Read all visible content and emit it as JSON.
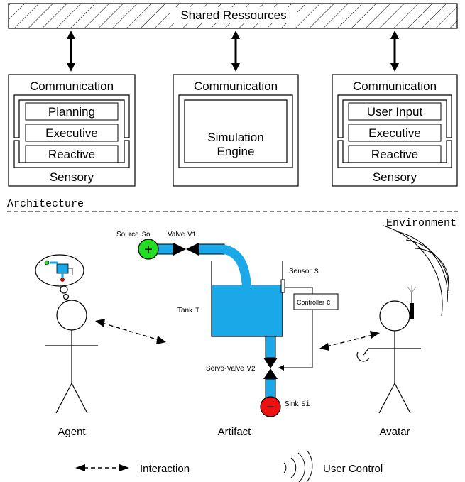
{
  "architecture": {
    "shared_resources": "Shared Ressources",
    "section_label": "Architecture",
    "agent_module": {
      "communication": "Communication",
      "layers": [
        "Planning",
        "Executive",
        "Reactive"
      ],
      "sensory": "Sensory"
    },
    "simulation_module": {
      "communication": "Communication",
      "engine_line1": "Simulation",
      "engine_line2": "Engine"
    },
    "avatar_module": {
      "communication": "Communication",
      "layers": [
        "User Input",
        "Executive",
        "Reactive"
      ],
      "sensory": "Sensory"
    }
  },
  "environment": {
    "section_label": "Environment",
    "source": "Source",
    "source_sym": "So",
    "valve": "Valve",
    "valve_sym": "V1",
    "sensor": "Sensor",
    "sensor_sym": "S",
    "tank": "Tank",
    "tank_sym": "T",
    "controller": "Controller",
    "controller_sym": "C",
    "servo_valve": "Servo-Valve",
    "servo_valve_sym": "V2",
    "sink": "Sink",
    "sink_sym": "Si",
    "plus_symbol": "+",
    "minus_symbol": "−",
    "agent_label": "Agent",
    "artifact_label": "Artifact",
    "avatar_label": "Avatar"
  },
  "legend": {
    "interaction": "Interaction",
    "user_control": "User Control"
  },
  "colors": {
    "water": "#1aa8e8",
    "source_green": "#22dd22",
    "sink_red": "#ee1111"
  }
}
